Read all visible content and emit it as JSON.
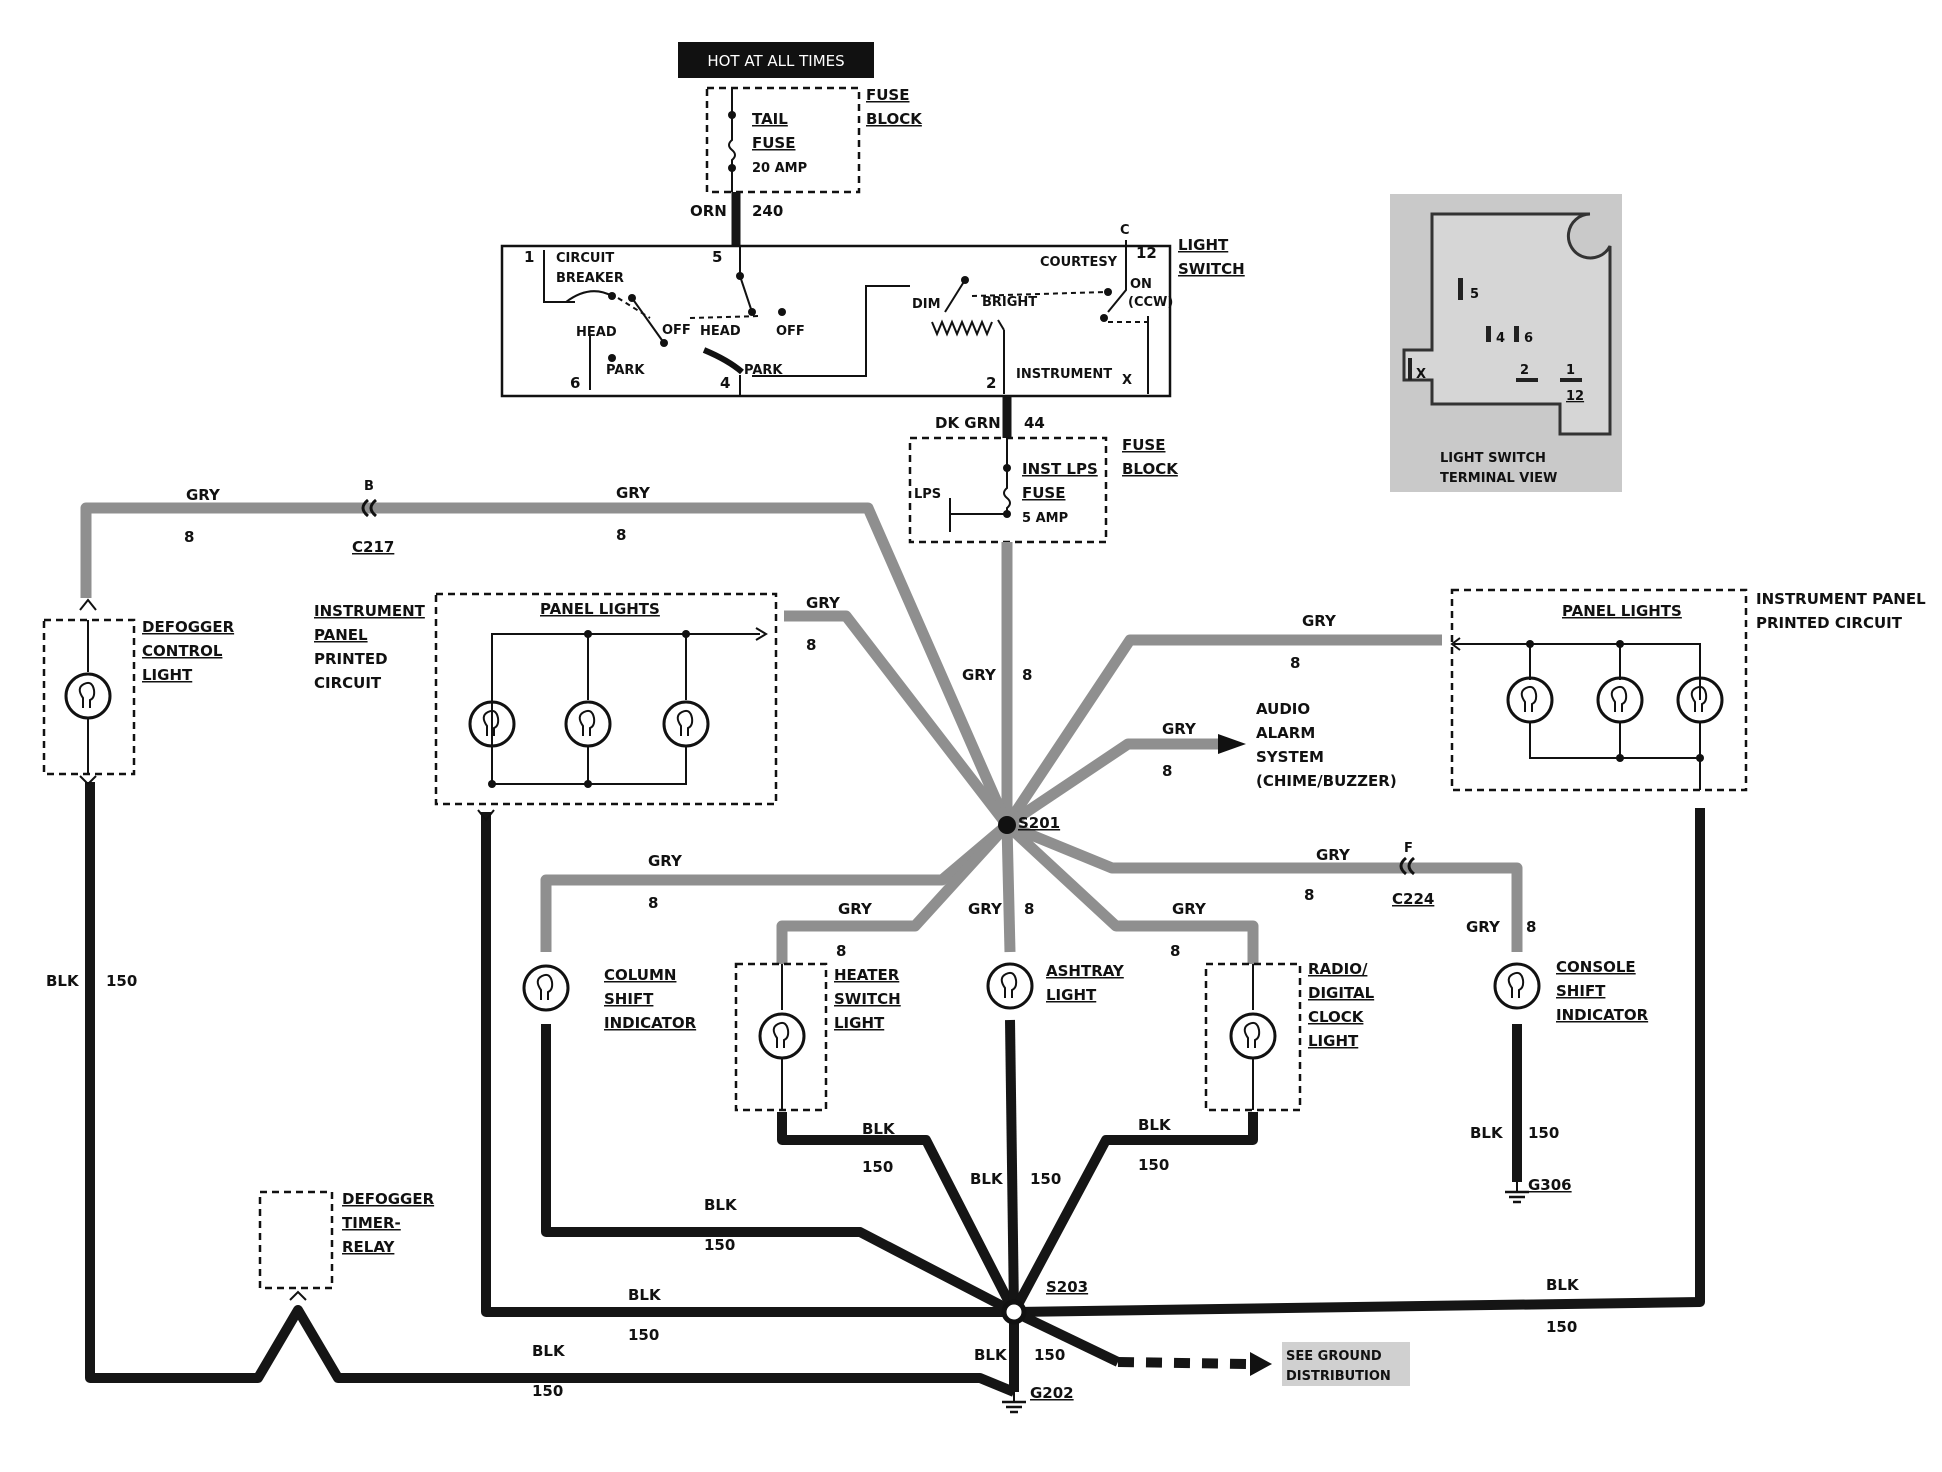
{
  "header": {
    "hot_label": "HOT AT ALL TIMES"
  },
  "fuse_block_top": {
    "label1": "FUSE",
    "label2": "BLOCK",
    "fuse_name1": "TAIL",
    "fuse_name2": "FUSE",
    "fuse_rating": "20 AMP"
  },
  "wire_orn": {
    "color": "ORN",
    "number": "240"
  },
  "light_switch": {
    "label1": "LIGHT",
    "label2": "SWITCH",
    "circuit_breaker1": "CIRCUIT",
    "circuit_breaker2": "BREAKER",
    "head_left": "HEAD",
    "off_left": "OFF",
    "park_left": "PARK",
    "head_mid": "HEAD",
    "off_mid": "OFF",
    "park_mid": "PARK",
    "dim": "DIM",
    "bright": "BRIGHT",
    "courtesy": "COURTESY",
    "on": "ON",
    "ccw": "(CCW)",
    "instrument": "INSTRUMENT",
    "term_1": "1",
    "term_5": "5",
    "term_6": "6",
    "term_4": "4",
    "term_2": "2",
    "term_c": "C",
    "term_12": "12",
    "term_x": "X"
  },
  "wire_dkgrn": {
    "color": "DK GRN",
    "number": "44"
  },
  "fuse_block_mid": {
    "label1": "FUSE",
    "label2": "BLOCK",
    "fuse_name1": "INST LPS",
    "fuse_name2": "FUSE",
    "fuse_rating": "5 AMP",
    "lps": "LPS"
  },
  "terminal_view": {
    "caption1": "LIGHT SWITCH",
    "caption2": "TERMINAL VIEW",
    "t5": "5",
    "t4": "4",
    "t6": "6",
    "t2": "2",
    "t1": "1",
    "t12": "12",
    "tx": "X"
  },
  "gry_wires": {
    "gry": "GRY",
    "num": "8",
    "c217": "C217",
    "c217_pin": "B",
    "c224": "C224",
    "c224_pin": "F",
    "s201": "S201"
  },
  "components": {
    "defogger_light": [
      "DEFOGGER",
      "CONTROL",
      "LIGHT"
    ],
    "ip_printed_left": [
      "INSTRUMENT",
      "PANEL",
      "PRINTED",
      "CIRCUIT"
    ],
    "panel_lights_left": "PANEL LIGHTS",
    "panel_lights_right": "PANEL LIGHTS",
    "ip_printed_right": [
      "INSTRUMENT PANEL",
      "PRINTED CIRCUIT"
    ],
    "audio_alarm": [
      "AUDIO",
      "ALARM",
      "SYSTEM",
      "(CHIME/BUZZER)"
    ],
    "column_shift": [
      "COLUMN",
      "SHIFT",
      "INDICATOR"
    ],
    "heater_switch": [
      "HEATER",
      "SWITCH",
      "LIGHT"
    ],
    "ashtray": [
      "ASHTRAY",
      "LIGHT"
    ],
    "radio_clock": [
      "RADIO/",
      "DIGITAL",
      "CLOCK",
      "LIGHT"
    ],
    "console_shift": [
      "CONSOLE",
      "SHIFT",
      "INDICATOR"
    ],
    "defogger_relay": [
      "DEFOGGER",
      "TIMER-",
      "RELAY"
    ]
  },
  "blk_wires": {
    "blk": "BLK",
    "num": "150",
    "s203": "S203",
    "g202": "G202",
    "g306": "G306",
    "see_ground1": "SEE GROUND",
    "see_ground2": "DISTRIBUTION"
  },
  "colors": {
    "gry_wire": "#8f8f8f",
    "blk_wire": "#151515",
    "hot_bg": "#111111"
  }
}
